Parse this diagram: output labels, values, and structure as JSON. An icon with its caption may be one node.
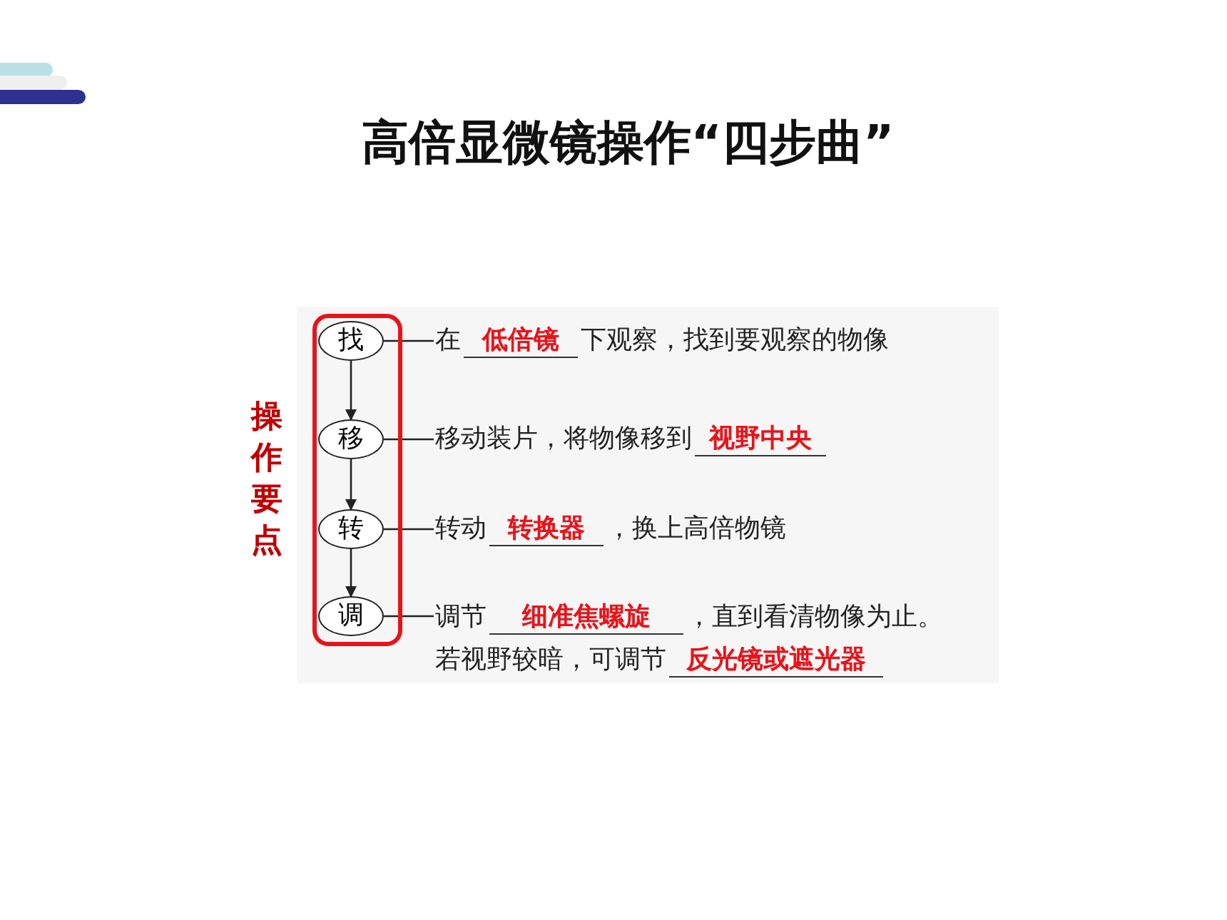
{
  "diagram": {
    "title": "高倍显微镜操作“四步曲”",
    "nodes": [
      {
        "text": [
          "操作要点"
        ]
      },
      {
        "text": [
          "找"
        ],
        "in": 0
      },
      {
        "text": [
          "移"
        ],
        "in": 0
      },
      {
        "text": [
          "转"
        ],
        "in": 0
      },
      {
        "text": [
          "调"
        ],
        "in": 0
      },
      {
        "text": [
          "在",
          "低倍镜",
          "下观察，找到要观察的物像"
        ]
      },
      {
        "text": [
          "移动装片，将物像移到",
          "视野中央"
        ]
      },
      {
        "text": [
          "转动",
          "转换器",
          "，换上高倍物镜"
        ]
      },
      {
        "text": [
          "调节",
          "细准焦螺旋",
          "，直到看清物像为止。若视野较暗，可调节",
          "反光镜或遮光器"
        ]
      }
    ],
    "edges": [
      {
        "from": 1,
        "to": 2,
        "arrow": "to"
      },
      {
        "from": 2,
        "to": 3,
        "arrow": "to"
      },
      {
        "from": 3,
        "to": 4,
        "arrow": "to"
      },
      {
        "from": 1,
        "to": 5,
        "arrow": "none"
      },
      {
        "from": 2,
        "to": 6,
        "arrow": "none"
      },
      {
        "from": 3,
        "to": 7,
        "arrow": "none"
      },
      {
        "from": 4,
        "to": 8,
        "arrow": "none"
      }
    ]
  }
}
